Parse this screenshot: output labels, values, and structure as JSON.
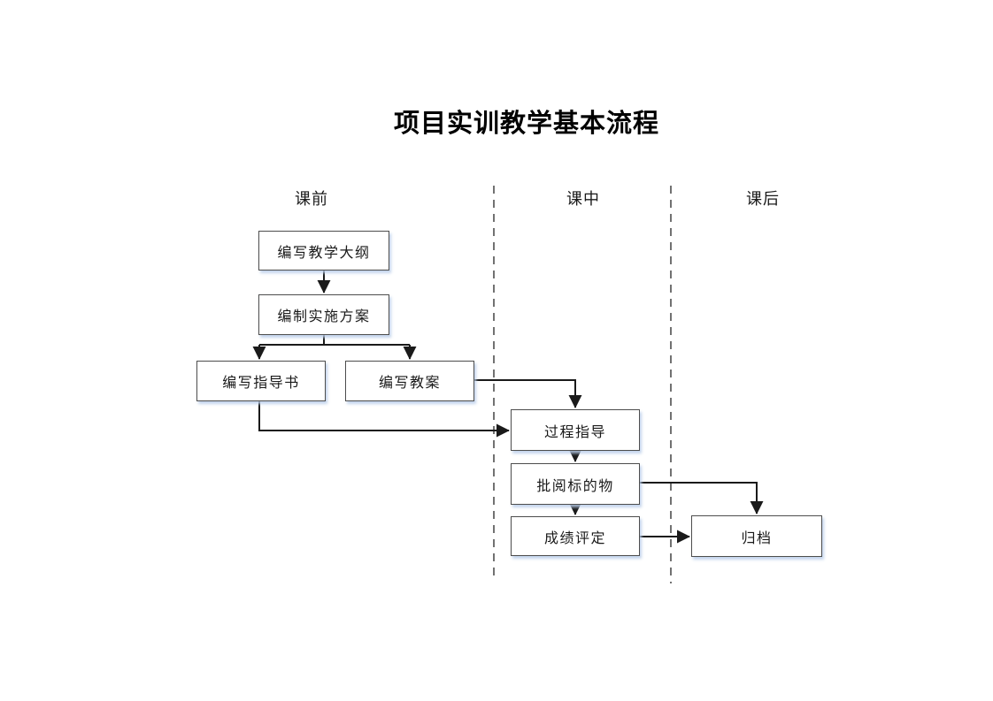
{
  "title": "项目实训教学基本流程",
  "columns": [
    {
      "label": "课前"
    },
    {
      "label": "课中"
    },
    {
      "label": "课后"
    }
  ],
  "nodes": [
    {
      "label": "编写教学大纲"
    },
    {
      "label": "编制实施方案"
    },
    {
      "label": "编写指导书"
    },
    {
      "label": "编写教案"
    },
    {
      "label": "过程指导"
    },
    {
      "label": "批阅标的物"
    },
    {
      "label": "成绩评定"
    },
    {
      "label": "归档"
    }
  ],
  "edges": [
    {
      "from": "编写教学大纲",
      "to": "编制实施方案"
    },
    {
      "from": "编制实施方案",
      "to": "编写指导书"
    },
    {
      "from": "编制实施方案",
      "to": "编写教案"
    },
    {
      "from": "编写教案",
      "to": "过程指导"
    },
    {
      "from": "编写指导书",
      "to": "过程指导"
    },
    {
      "from": "过程指导",
      "to": "批阅标的物"
    },
    {
      "from": "批阅标的物",
      "to": "成绩评定"
    },
    {
      "from": "批阅标的物",
      "to": "归档"
    },
    {
      "from": "成绩评定",
      "to": "归档"
    }
  ],
  "colors": {
    "background": "#ffffff",
    "box_border": "#4d4d4d",
    "box_shadow": "#c6d9f1",
    "connector": "#1a1a1a",
    "divider": "#595959",
    "text": "#1a1a1a"
  }
}
